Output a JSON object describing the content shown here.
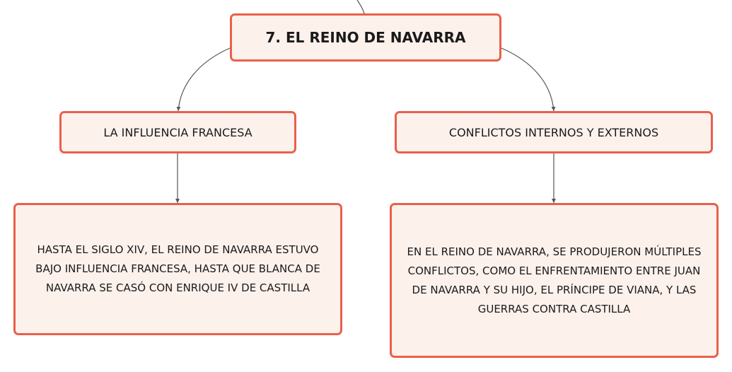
{
  "diagram": {
    "root": {
      "title": "7. EL REINO DE NAVARRA"
    },
    "branches": [
      {
        "title": "LA INFLUENCIA FRANCESA",
        "detail": "HASTA EL SIGLO XIV, EL REINO DE NAVARRA ESTUVO BAJO INFLUENCIA FRANCESA, HASTA QUE BLANCA DE NAVARRA SE CASÓ CON ENRIQUE IV DE CASTILLA"
      },
      {
        "title": "CONFLICTOS INTERNOS Y EXTERNOS",
        "detail": "EN EL REINO DE NAVARRA, SE PRODUJERON MÚLTIPLES CONFLICTOS, COMO EL ENFRENTAMIENTO ENTRE JUAN DE NAVARRA Y SU HIJO, EL PRÍNCIPE DE VIANA, Y LAS GUERRAS CONTRA CASTILLA"
      }
    ],
    "colors": {
      "node_border": "#e8604c",
      "node_fill": "#fdf1ec",
      "connector": "#555555"
    }
  }
}
